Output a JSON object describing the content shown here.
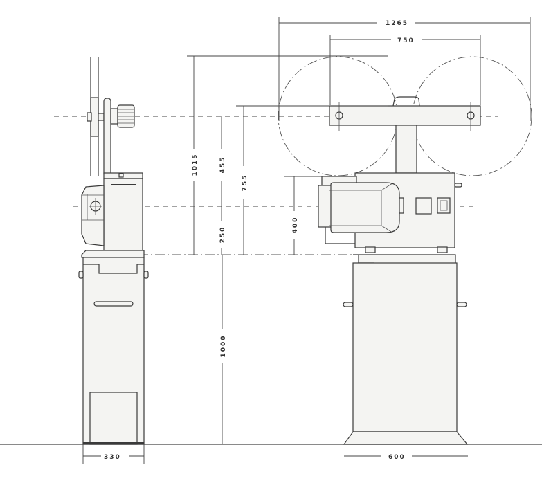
{
  "drawing": {
    "subject": "Film projector on pedestal — side and front elevation with dimensions",
    "colors": {
      "line": "#3a3a3a",
      "paper": "#ffffff",
      "fill": "#f4f4f2"
    },
    "dimensions": {
      "overall_width_reels": "1265",
      "reel_spindle_spacing": "750",
      "top_to_floor_height_side": "1015",
      "spindle_to_lens_axis": "455",
      "lens_axis_to_base": "250",
      "spindle_to_base": "755",
      "head_height": "400",
      "pedestal_height": "1000",
      "side_base_width": "330",
      "front_base_width": "600"
    },
    "units": "mm"
  }
}
